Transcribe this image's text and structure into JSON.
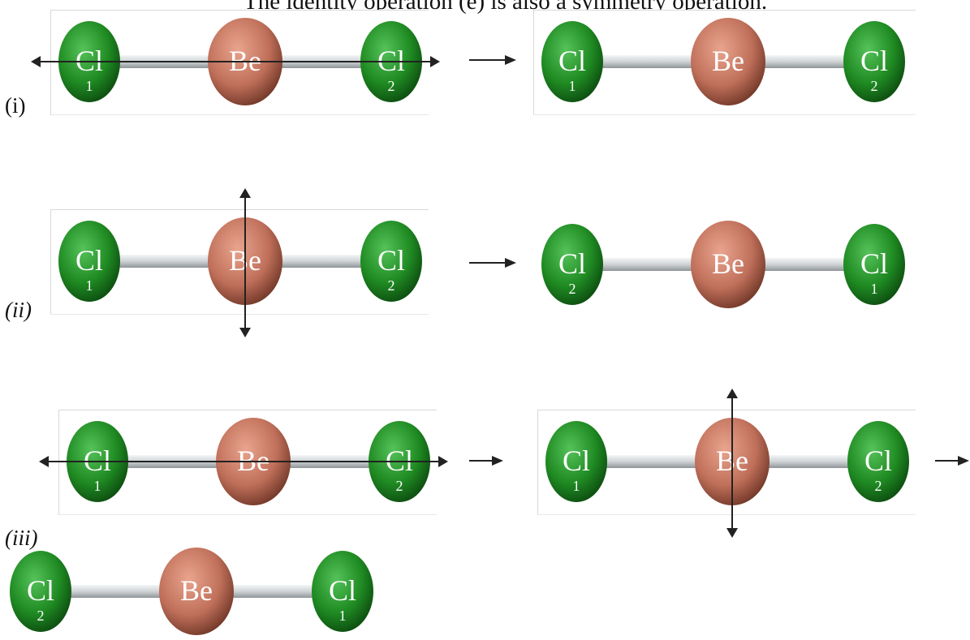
{
  "caption": "The identity operation (e) is also a symmetry operation.",
  "row_labels": [
    "(i)",
    "(ii)",
    "(iii)"
  ],
  "atoms": {
    "center": "Be",
    "terminal": "Cl",
    "terminal_color": "#1f8a22",
    "center_color": "#c0705a",
    "bond_color": "#cfd3d6"
  },
  "molecules": [
    {
      "left_num": "1",
      "right_num": "2",
      "axis": "horizontal"
    },
    {
      "left_num": "1",
      "right_num": "2",
      "axis": "none"
    },
    {
      "left_num": "1",
      "right_num": "2",
      "axis": "vertical"
    },
    {
      "left_num": "2",
      "right_num": "1",
      "axis": "none"
    },
    {
      "left_num": "1",
      "right_num": "2",
      "axis": "horizontal"
    },
    {
      "left_num": "1",
      "right_num": "2",
      "axis": "vertical"
    },
    {
      "left_num": "2",
      "right_num": "1",
      "axis": "none"
    }
  ]
}
